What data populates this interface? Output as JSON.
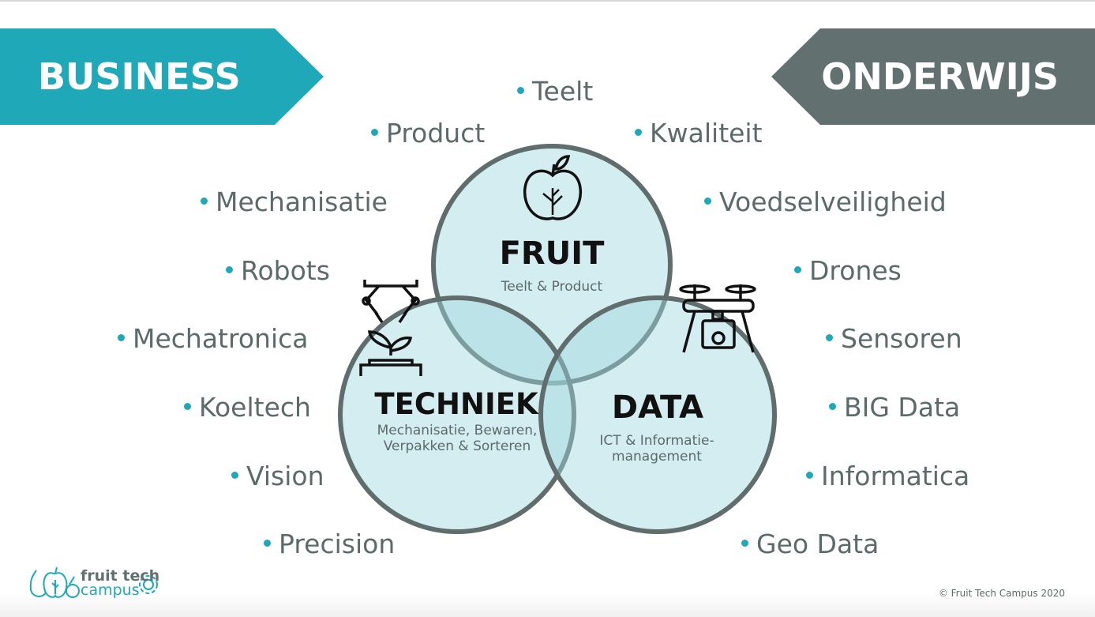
{
  "banners": {
    "left": "BUSINESS",
    "right": "ONDERWIJS"
  },
  "items_left": [
    "Product",
    "Mechanisatie",
    "Robots",
    "Mechatronica",
    "Koeltech",
    "Vision",
    "Precision"
  ],
  "items_top": [
    "Teelt"
  ],
  "items_right": [
    "Kwaliteit",
    "Voedselveiligheid",
    "Drones",
    "Sensoren",
    "BIG Data",
    "Informatica",
    "Geo Data"
  ],
  "circles": {
    "fruit": {
      "title": "FRUIT",
      "subtitle": "Teelt & Product"
    },
    "techniek": {
      "title": "TECHNIEK",
      "subtitle": "Mechanisatie, Bewaren, Verpakken & Sorteren"
    },
    "data": {
      "title": "DATA",
      "subtitle": "ICT & Informatie-management"
    }
  },
  "logo": {
    "line1": "fruit tech",
    "line2": "campus"
  },
  "copyright": "© Fruit Tech Campus 2020",
  "colors": {
    "accent": "#1fa9b8",
    "gray": "#627070",
    "circle_fill": "#d3eef0"
  }
}
